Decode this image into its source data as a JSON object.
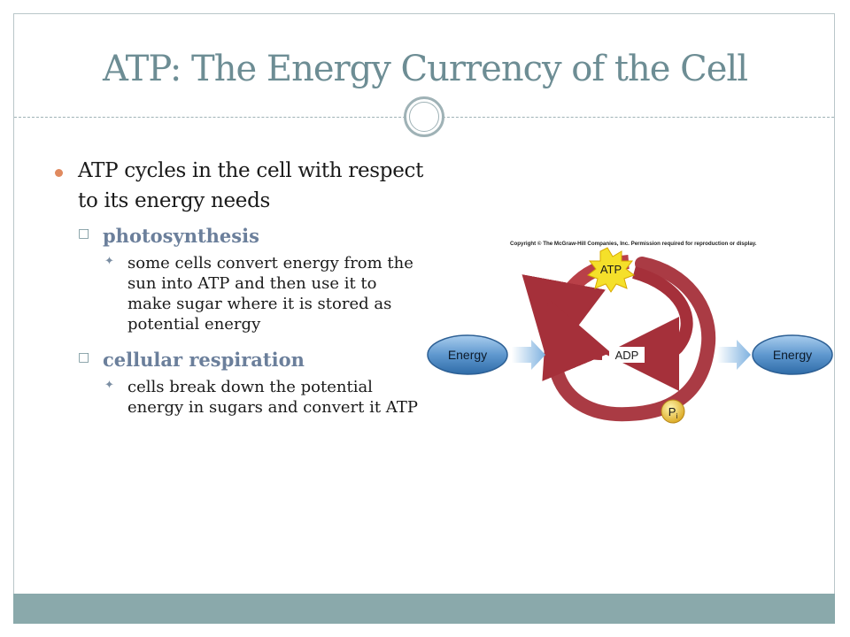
{
  "slide": {
    "title": "ATP: The Energy Currency of the Cell",
    "bullets": {
      "main": "ATP cycles in the cell with respect to its energy needs",
      "photosynthesis": {
        "label": "photosynthesis",
        "detail": "some cells convert energy from the sun into ATP and then use it to make sugar where it is stored as potential energy"
      },
      "respiration": {
        "label": "cellular respiration",
        "detail": "cells break down the potential energy in sugars and convert it ATP"
      }
    }
  },
  "figure": {
    "copyright": "Copyright © The McGraw-Hill Companies, Inc. Permission required for reproduction or display.",
    "energy_in": "Energy",
    "energy_out": "Energy",
    "atp": "ATP",
    "adp": "ADP",
    "pi": "P",
    "pi_sub": "i"
  },
  "colors": {
    "title": "#6d8d94",
    "footer": "#8aa9ab",
    "bullet_dot": "#e08a5f",
    "arrow": "#a5303a",
    "energy_oval": "#4f8cc4",
    "atp_star": "#f5e02a"
  }
}
